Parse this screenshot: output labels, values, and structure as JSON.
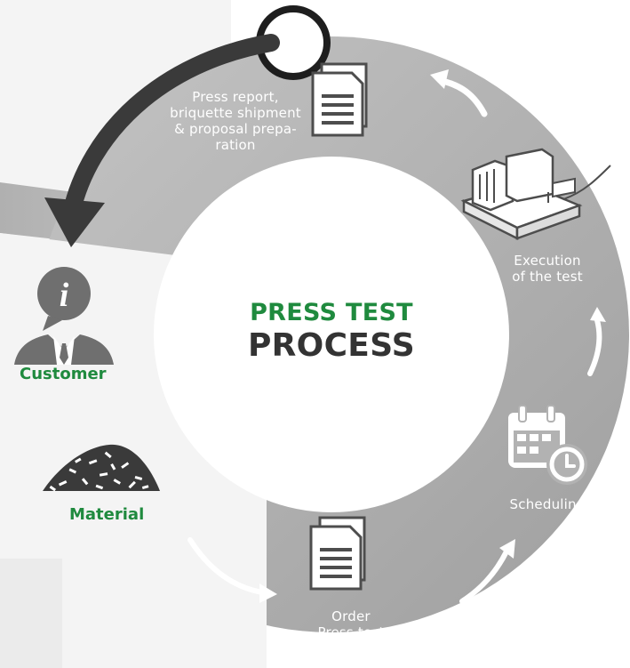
{
  "colors": {
    "ring": "#b2b2b2",
    "inner": "#ffffff",
    "arrow": "#3a3a3a",
    "accent_green": "#1f8a3e",
    "title_dark": "#333333",
    "icon_white": "#ffffff",
    "icon_dark": "#4d4d4d"
  },
  "center": {
    "line1": "PRESS TEST",
    "line2": "PROCESS"
  },
  "steps": [
    {
      "label": "Press report,\nbriquette shipment\n& proposal prepa-\nration",
      "icon": "document-icon"
    },
    {
      "label": "Execution\nof the test",
      "icon": "press-machine-icon"
    },
    {
      "label": "Scheduling",
      "icon": "calendar-clock-icon"
    },
    {
      "label": "Order\nPress test",
      "icon": "document-icon"
    }
  ],
  "actors": {
    "customer": {
      "label": "Customer",
      "icon": "customer-info-icon"
    },
    "material": {
      "label": "Material",
      "icon": "material-pile-icon"
    }
  }
}
